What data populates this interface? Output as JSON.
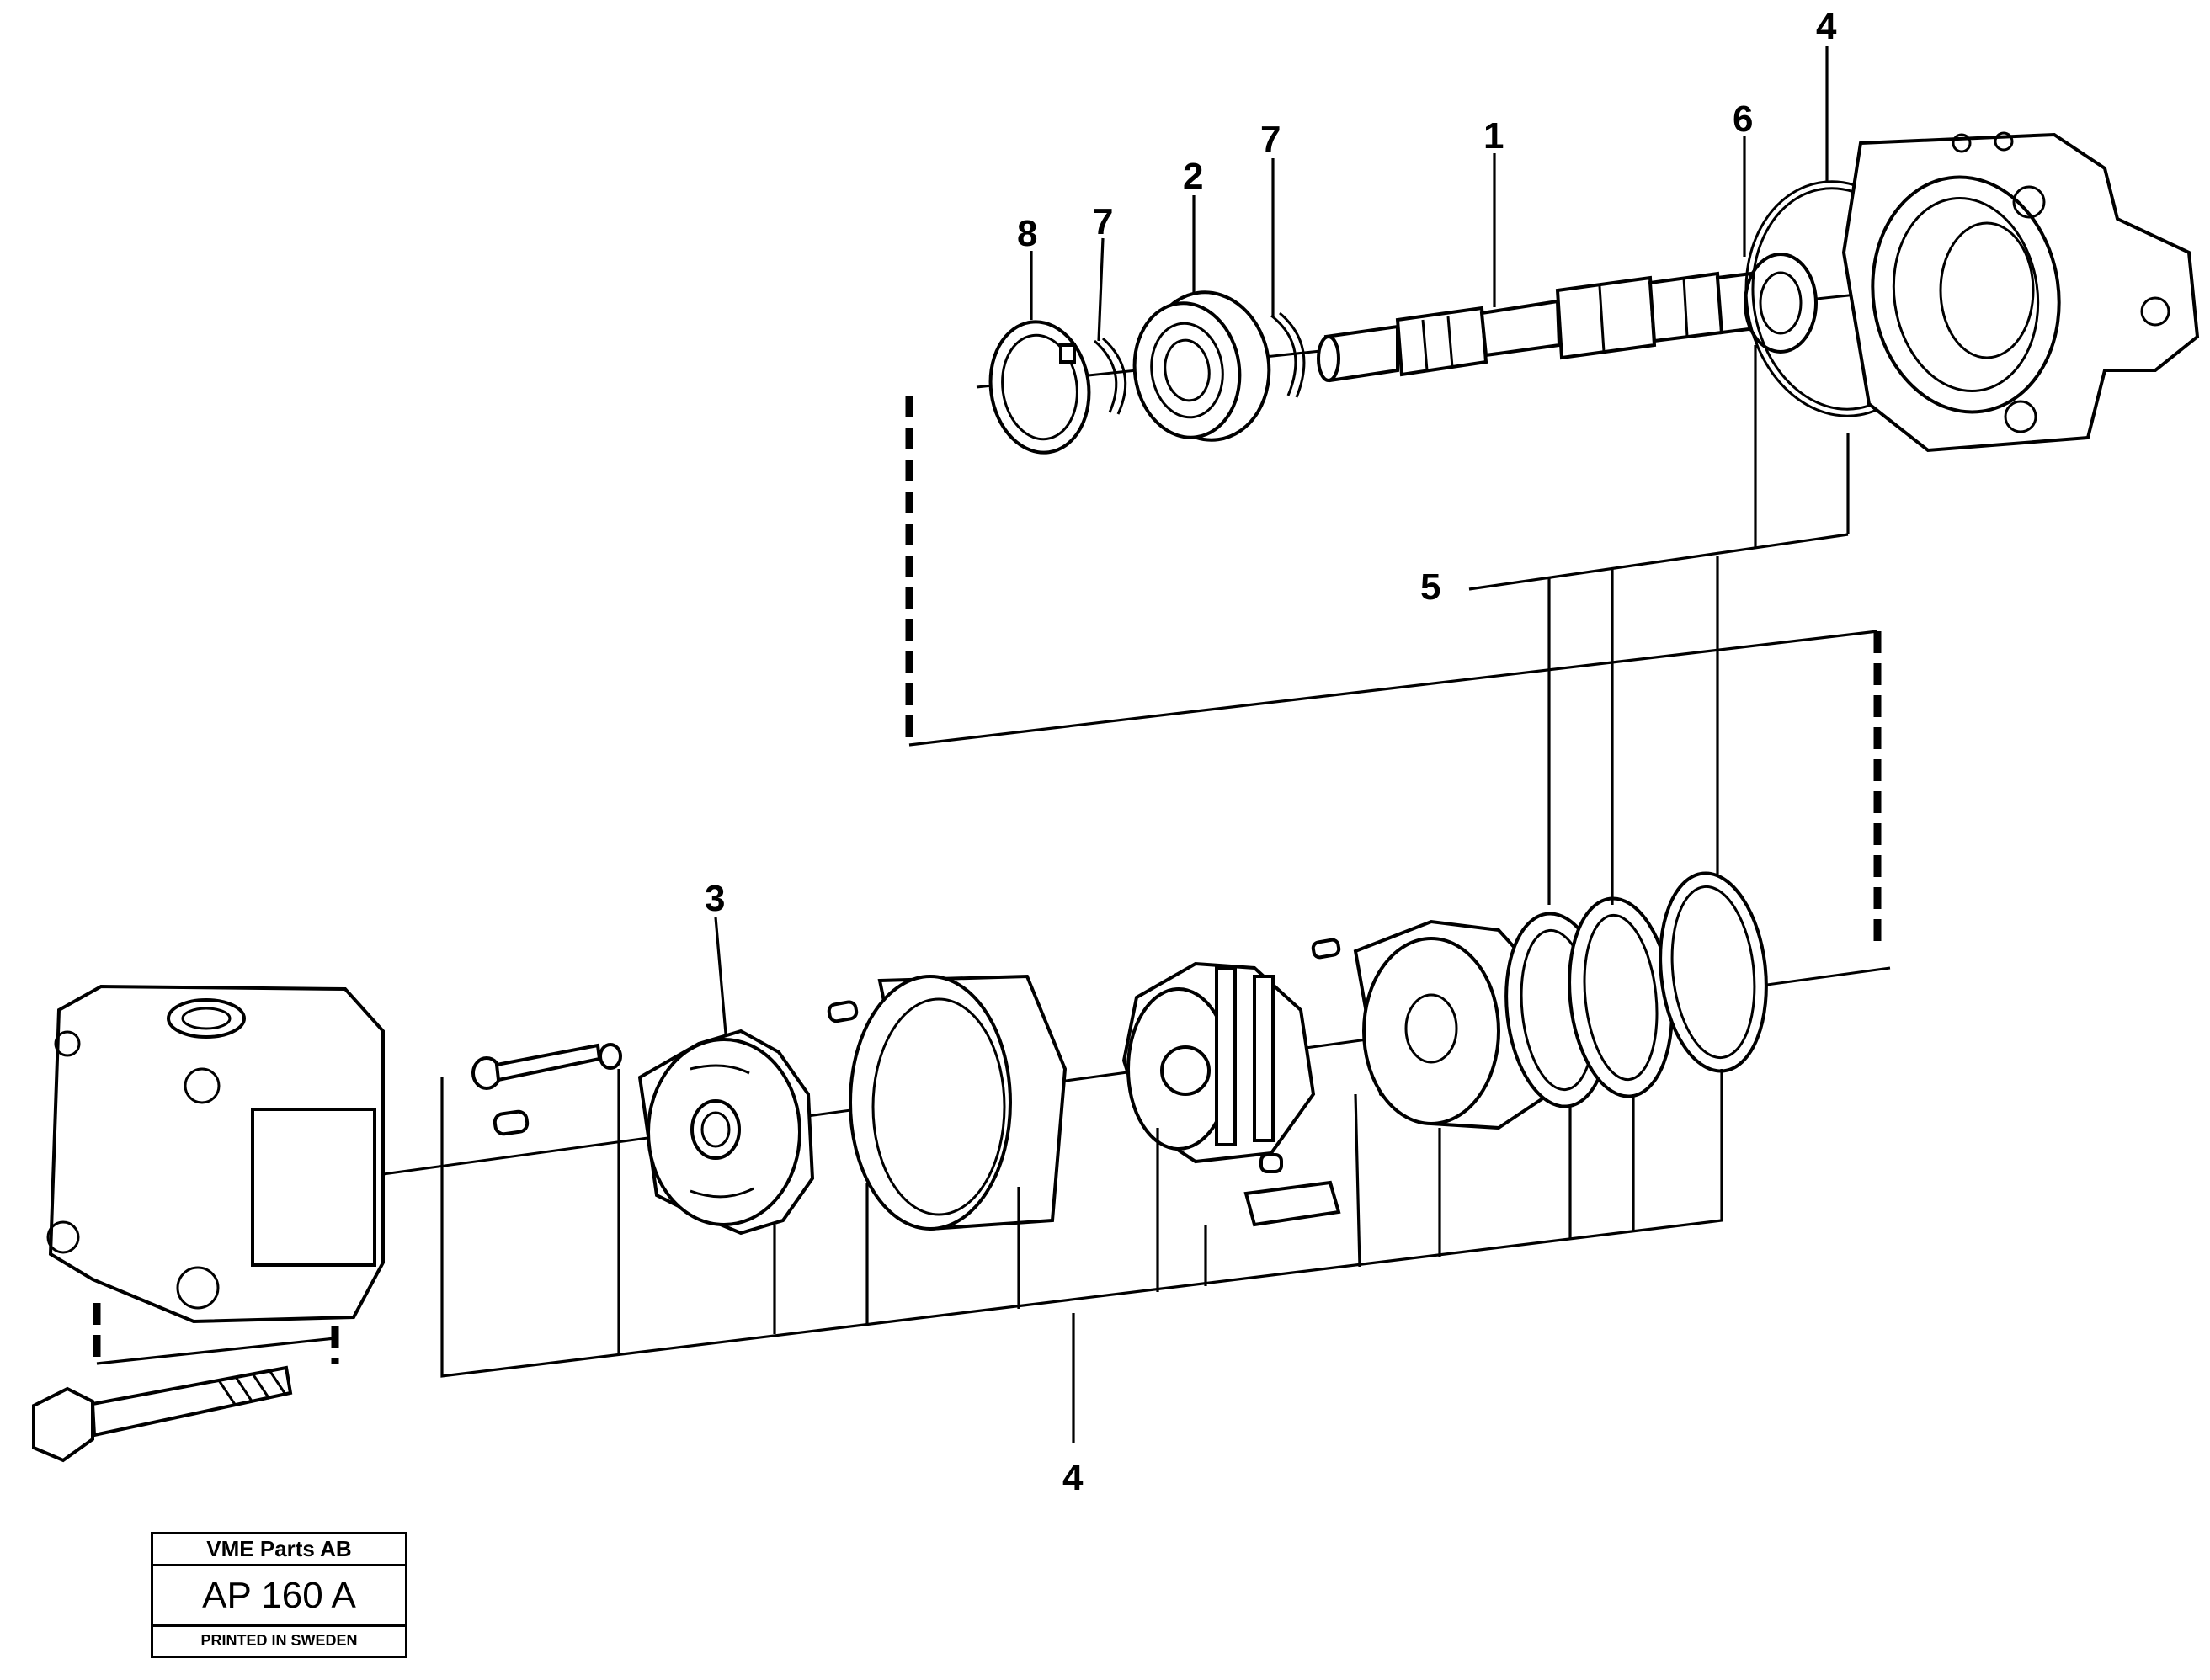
{
  "callouts": {
    "c1": "1",
    "c2": "2",
    "c3": "3",
    "c4_top": "4",
    "c4_bottom": "4",
    "c5": "5",
    "c6": "6",
    "c7_left": "7",
    "c7_right": "7",
    "c8": "8"
  },
  "title_block": {
    "company": "VME Parts AB",
    "code": "AP 160 A",
    "printed": "PRINTED IN SWEDEN"
  }
}
